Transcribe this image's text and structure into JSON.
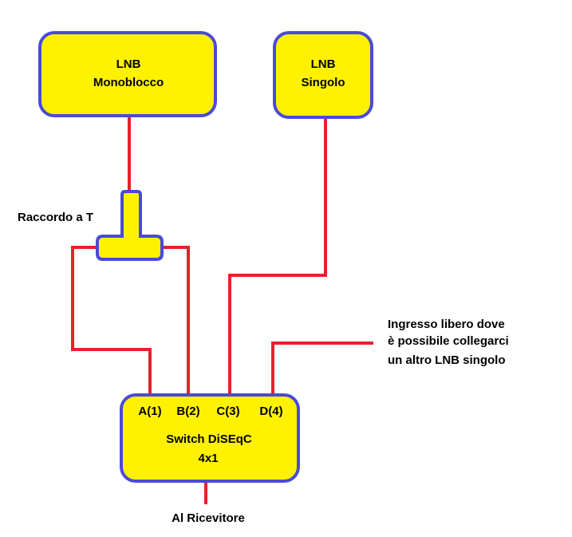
{
  "colors": {
    "box_fill": "#fff200",
    "box_border": "#4a4ad9",
    "wire": "#e5222c",
    "text": "#000000"
  },
  "lnb_monoblocco": {
    "line1": "LNB",
    "line2": "Monoblocco"
  },
  "lnb_singolo": {
    "line1": "LNB",
    "line2": "Singolo"
  },
  "t_connector": {
    "label": "Raccordo a T"
  },
  "free_input_note": {
    "lines": [
      "Ingresso libero dove",
      "è possibile collegarci",
      "un altro LNB singolo"
    ]
  },
  "switch": {
    "ports": [
      "A(1)",
      "B(2)",
      "C(3)",
      "D(4)"
    ],
    "title_line1": "Switch DiSEqC",
    "title_line2": "4x1"
  },
  "receiver": {
    "label": "Al Ricevitore"
  }
}
